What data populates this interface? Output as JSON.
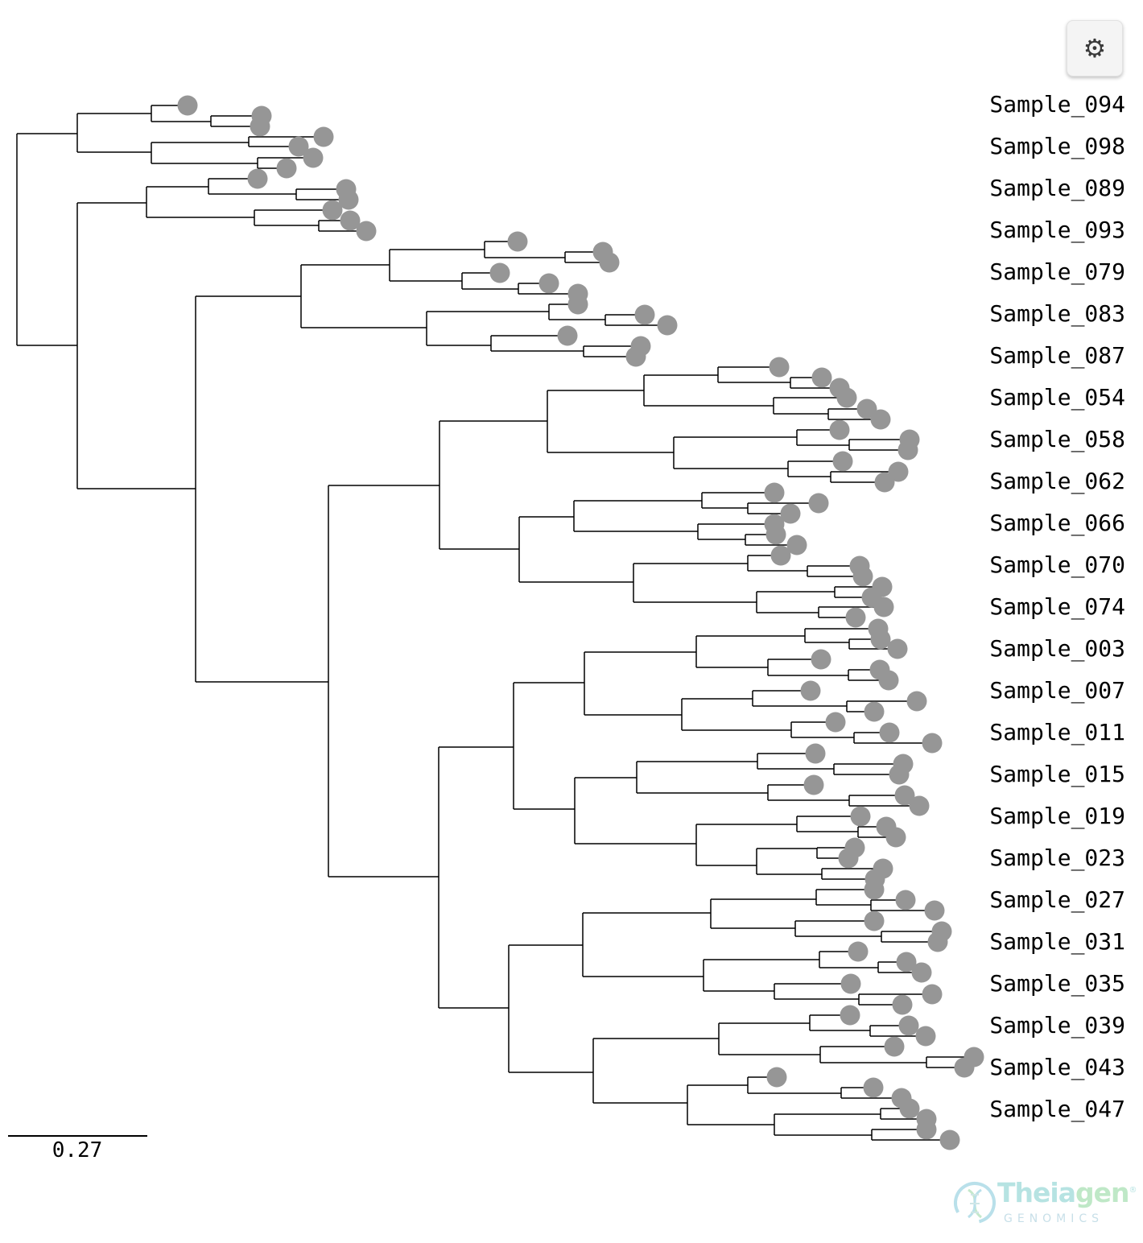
{
  "tips": [
    "Sample_094",
    "Sample_098",
    "Sample_089",
    "Sample_093",
    "Sample_079",
    "Sample_083",
    "Sample_087",
    "Sample_054",
    "Sample_058",
    "Sample_062",
    "Sample_066",
    "Sample_070",
    "Sample_074",
    "Sample_003",
    "Sample_007",
    "Sample_011",
    "Sample_015",
    "Sample_019",
    "Sample_023",
    "Sample_027",
    "Sample_031",
    "Sample_035",
    "Sample_039",
    "Sample_043",
    "Sample_047"
  ],
  "scale_bar": {
    "label": "0.27"
  },
  "settings": {
    "icon": "gear-icon",
    "glyph": "⚙"
  },
  "brand": {
    "name_part1": "Theia",
    "name_part2": "gen",
    "registered": "®",
    "subtitle": "GENOMICS"
  },
  "colors": {
    "node": "#969696",
    "branch": "#000000",
    "background": "#ffffff"
  }
}
